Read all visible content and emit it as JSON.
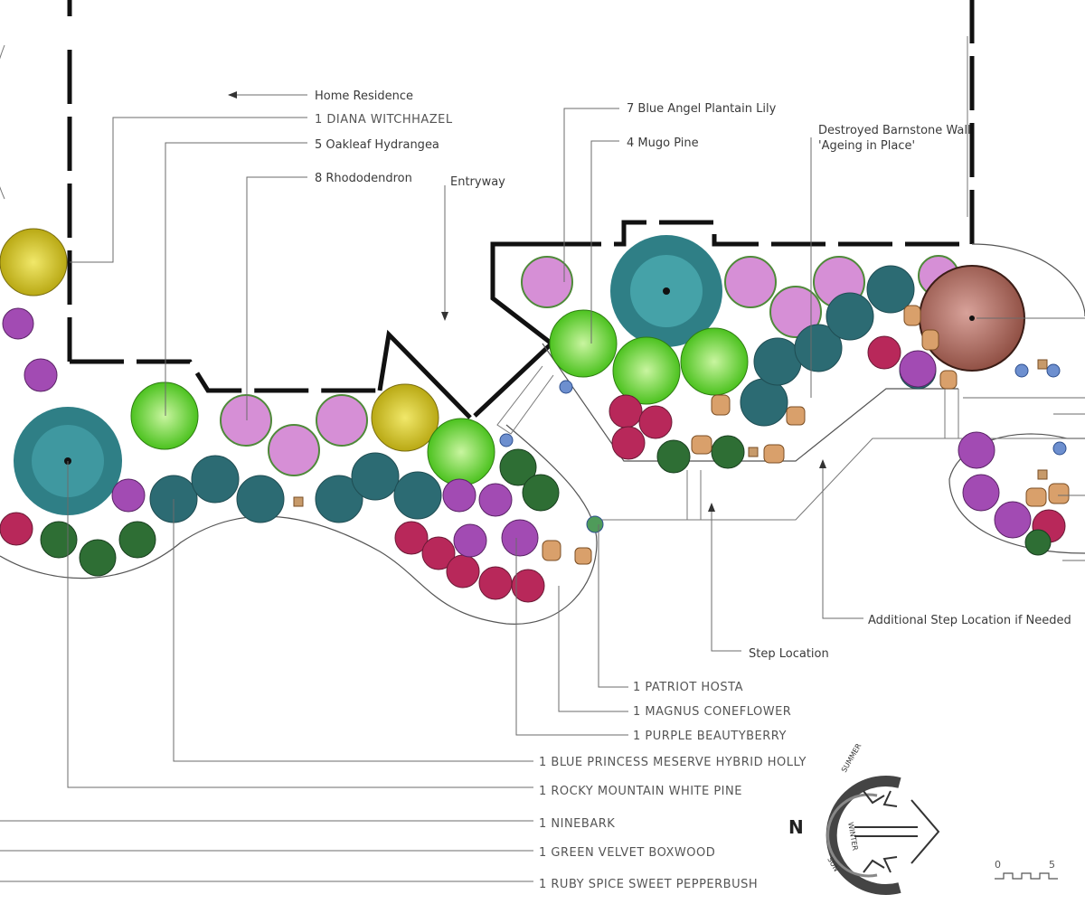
{
  "labels": {
    "home_residence": "Home Residence",
    "witchhazel": "1 DIANA WITCHHAZEL",
    "oakleaf": "5 Oakleaf Hydrangea",
    "rhododendron": "8 Rhododendron",
    "entryway": "Entryway",
    "plantain_lily": "7 Blue Angel Plantain Lily",
    "mugo_pine": "4 Mugo Pine",
    "barnstone_line1": "Destroyed Barnstone Wall",
    "barnstone_line2": "'Ageing in Place'",
    "additional_step": "Additional Step Location if Needed",
    "step_location": "Step Location",
    "patriot_hosta": "1 PATRIOT HOSTA",
    "magnus_coneflower": "1 MAGNUS CONEFLOWER",
    "purple_beautyberry": "1 PURPLE BEAUTYBERRY",
    "blue_princess": "1 BLUE PRINCESS MESERVE HYBRID HOLLY",
    "white_pine": "1 ROCKY MOUNTAIN WHITE PINE",
    "ninebark": "1 NINEBARK",
    "boxwood": "1 GREEN VELVET BOXWOOD",
    "pepperbush": "1 RUBY SPICE SWEET PEPPERBUSH"
  },
  "compass": {
    "north": "N",
    "summer": "SUMMER",
    "winter": "WINTER",
    "sun": "SUN"
  },
  "scale_bar": {
    "start": "0",
    "end": "5"
  },
  "colors": {
    "pine": "#2f7f86",
    "holly": "#2c6b73",
    "hydrangea": "#7ed957",
    "witchhazel": "#d8c92a",
    "rhododendron": "#d68fd6",
    "pepperbush": "#b8285a",
    "boxwood": "#2e6e34",
    "coneflower": "#a24bb3",
    "hosta": "#6d8fcf",
    "stone": "#d9a06b",
    "wall": "#9a5a4a"
  }
}
